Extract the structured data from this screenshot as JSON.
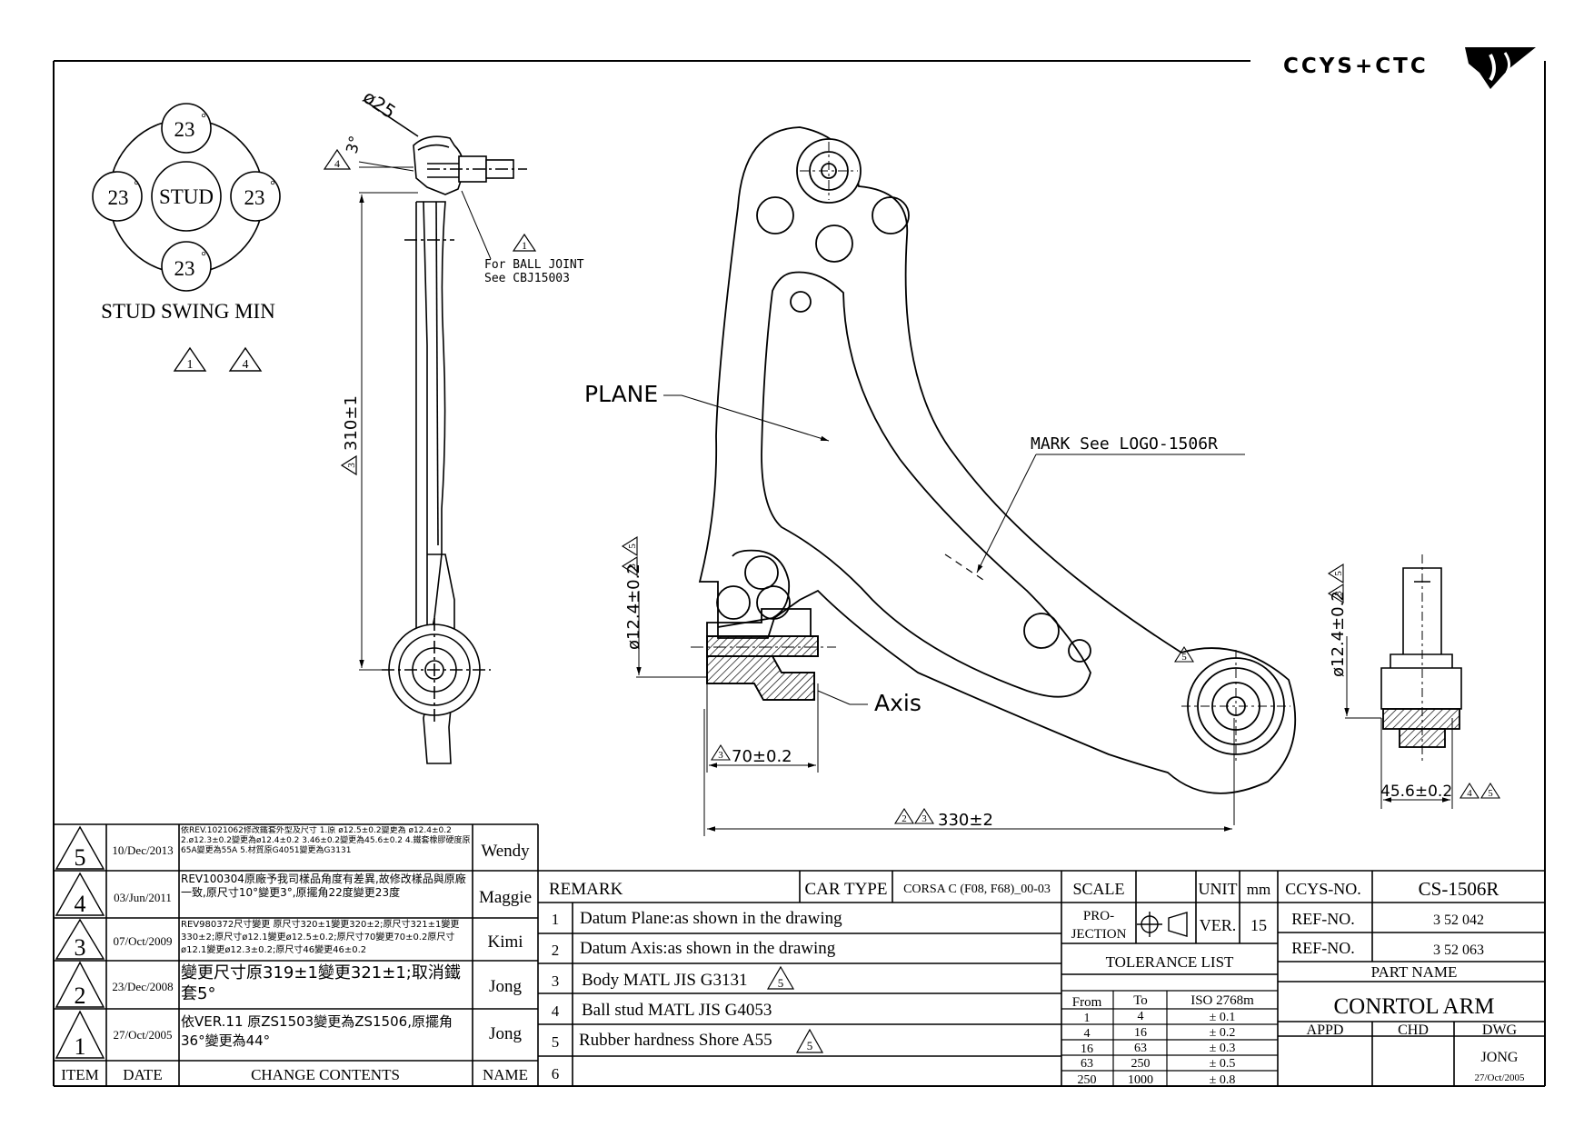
{
  "brand": {
    "logo_text": "CCYS+CTC"
  },
  "stud_swing": {
    "center_label": "STUD",
    "angles": [
      "23",
      "23",
      "23",
      "23"
    ],
    "degree_mark": "°",
    "caption": "STUD SWING MIN",
    "rev_marks": [
      "1",
      "4"
    ]
  },
  "side_view": {
    "dia_label": "ø25",
    "angle_label": "3°",
    "angle_rev": "4",
    "ball_joint_rev": "1",
    "ball_joint_note_1": "For BALL JOINT",
    "ball_joint_note_2": "See CBJ15003",
    "length_dim": "310±1",
    "length_rev": "3"
  },
  "main_view": {
    "plane_label": "PLANE",
    "mark_label": "MARK See LOGO-1506R",
    "axis_label": "Axis",
    "bush_dia_dim": "ø12.4±0.2",
    "bush_dia_revs": [
      "3",
      "5"
    ],
    "width_dim": "70±0.2",
    "width_rev": "3",
    "length_dim": "330±2",
    "length_revs": [
      "2",
      "3"
    ],
    "bush_rev": "5"
  },
  "end_view": {
    "dia_dim": "ø12.4±0.2",
    "dia_revs": [
      "3",
      "5"
    ],
    "width_dim": "45.6±0.2",
    "width_revs": [
      "4",
      "5"
    ]
  },
  "revisions": [
    {
      "item": "5",
      "date": "10/Dec/2013",
      "content": "依REV.1021062修改鐵套外型及尺寸 1.原 ø12.5±0.2變更為 ø12.4±0.2 2.ø12.3±0.2變更為ø12.4±0.2 3.46±0.2變更為45.6±0.2 4.鐵套橡膠硬度原65A變更為55A 5.材質原G4051變更為G3131",
      "name": "Wendy"
    },
    {
      "item": "4",
      "date": "03/Jun/2011",
      "content": "REV100304原廠予我司樣品角度有差異,故修改樣品與原廠一致,原尺寸10°變更3°,原擺角22度變更23度",
      "name": "Maggie"
    },
    {
      "item": "3",
      "date": "07/Oct/2009",
      "content": "REV980372尺寸變更 原尺寸320±1變更320±2;原尺寸321±1變更330±2;原尺寸ø12.1變更ø12.5±0.2;原尺寸70變更70±0.2原尺寸ø12.1變更ø12.3±0.2;原尺寸46變更46±0.2",
      "name": "Kimi"
    },
    {
      "item": "2",
      "date": "23/Dec/2008",
      "content": "變更尺寸原319±1變更321±1;取消鐵套5°",
      "name": "Jong"
    },
    {
      "item": "1",
      "date": "27/Oct/2005",
      "content": "依VER.11 原ZS1503變更為ZS1506,原擺角36°變更為44°",
      "name": "Jong"
    }
  ],
  "rev_headers": {
    "item": "ITEM",
    "date": "DATE",
    "content": "CHANGE CONTENTS",
    "name": "NAME"
  },
  "remarks": {
    "header": "REMARK",
    "car_type_label": "CAR TYPE",
    "car_type": "CORSA C (F08, F68)_00-03",
    "items": [
      {
        "n": "1",
        "text": "Datum Plane:as shown in the drawing",
        "rev": ""
      },
      {
        "n": "2",
        "text": "Datum Axis:as shown in the drawing",
        "rev": ""
      },
      {
        "n": "3",
        "text": "Body MATL JIS G3131",
        "rev": "5"
      },
      {
        "n": "4",
        "text": "Ball stud MATL JIS G4053",
        "rev": ""
      },
      {
        "n": "5",
        "text": "Rubber hardness Shore A55",
        "rev": "5"
      },
      {
        "n": "6",
        "text": "",
        "rev": ""
      }
    ]
  },
  "scale_block": {
    "scale_label": "SCALE",
    "scale_value": "",
    "unit_label": "UNIT",
    "unit_value": "mm",
    "projection_label_1": "PRO-",
    "projection_label_2": "JECTION",
    "ver_label": "VER.",
    "ver_value": "15"
  },
  "tolerance": {
    "title": "TOLERANCE LIST",
    "headers": [
      "From",
      "To",
      "ISO 2768m"
    ],
    "rows": [
      [
        "1",
        "4",
        "± 0.1"
      ],
      [
        "4",
        "16",
        "± 0.2"
      ],
      [
        "16",
        "63",
        "± 0.3"
      ],
      [
        "63",
        "250",
        "± 0.5"
      ],
      [
        "250",
        "1000",
        "± 0.8"
      ]
    ]
  },
  "title_block": {
    "ccys_no_label": "CCYS-NO.",
    "ccys_no": "CS-1506R",
    "ref_no_label": "REF-NO.",
    "ref_no_1": "3 52 042",
    "ref_no_2": "3 52 063",
    "part_name_label": "PART NAME",
    "part_name": "CONRTOL ARM",
    "appd_label": "APPD",
    "chd_label": "CHD",
    "dwg_label": "DWG",
    "dwg_name": "JONG",
    "dwg_date": "27/Oct/2005"
  }
}
